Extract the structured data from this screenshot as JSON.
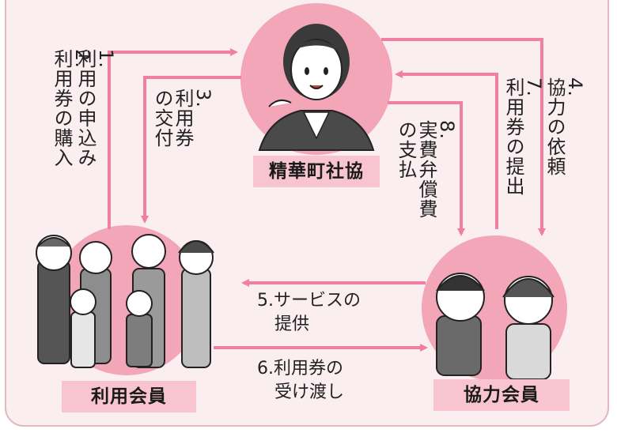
{
  "nodes": {
    "center": "精華町社協",
    "users": "利用会員",
    "helpers": "協力会員"
  },
  "steps": {
    "s1": "1.\n利用の申込み",
    "s2": "2.\n利用券の購入",
    "s3": "3.\n利用券\nの交付",
    "s4": "4.\n協力の依頼",
    "s5": "5.サービスの\n　提供",
    "s6": "6.利用券の\n　受け渡し",
    "s7": "7.\n利用券の提出",
    "s8": "8.\n実費弁償費\nの支払"
  },
  "colors": {
    "background": "#fbeef0",
    "arrow": "#f07fa0",
    "label_bg": "#f7c4cf",
    "circle": "#f2a6b8"
  }
}
